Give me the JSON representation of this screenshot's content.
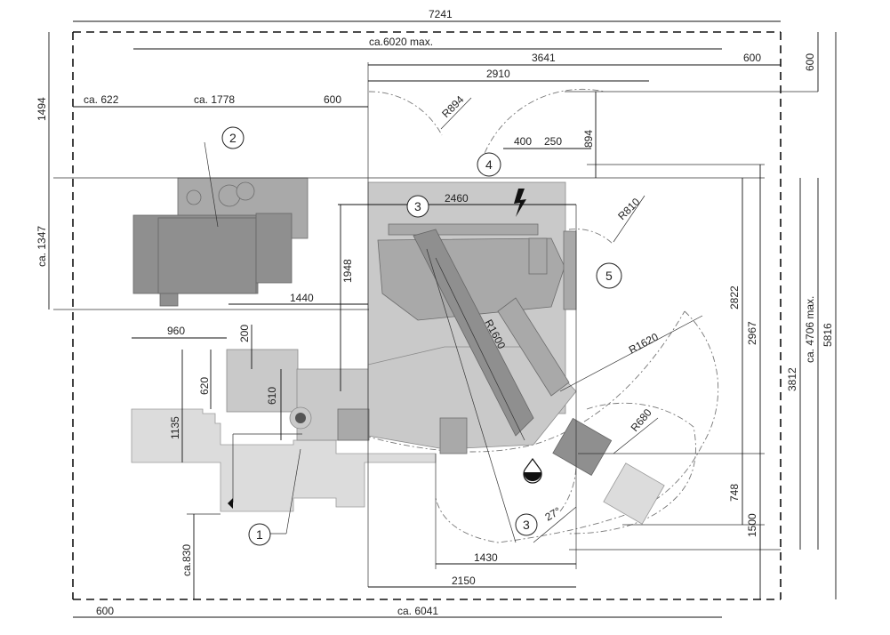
{
  "dimensions": {
    "total_width": "7241",
    "max_length": "ca.6020 max.",
    "width_3641": "3641",
    "clearance_600_top": "600",
    "width_2910": "2910",
    "left_622": "ca. 622",
    "left_1778": "ca. 1778",
    "gap_600": "600",
    "radius_894": "R894",
    "width_400": "400",
    "width_250": "250",
    "height_894": "894",
    "width_2460": "2460",
    "radius_810": "R810",
    "height_1948": "1948",
    "width_1440": "1440",
    "width_960": "960",
    "height_200": "200",
    "height_620": "620",
    "height_610": "610",
    "radius_1600": "R1600",
    "radius_1620": "R1620",
    "height_1135": "1135",
    "radius_680": "R680",
    "angle_27": "27°",
    "width_1430": "1430",
    "height_830": "ca.830",
    "width_2150": "2150",
    "bottom_600": "600",
    "bottom_6041": "ca. 6041",
    "left_1494": "1494",
    "left_1347": "ca. 1347",
    "right_600": "600",
    "right_2822": "2822",
    "right_2967": "2967",
    "right_748": "748",
    "right_1500": "1500",
    "right_3812": "3812",
    "right_4706": "ca. 4706 max.",
    "right_5816": "5816"
  },
  "callouts": {
    "c1": "1",
    "c2": "2",
    "c3_top": "3",
    "c3_bottom": "3",
    "c4": "4",
    "c5": "5"
  },
  "icons": {
    "electrical": "lightning-bolt",
    "hydraulic": "oil-drop"
  }
}
